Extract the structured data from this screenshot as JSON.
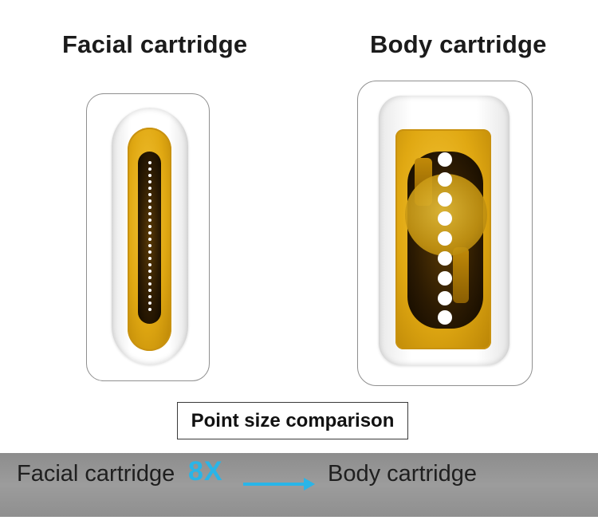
{
  "titles": {
    "facial": "Facial cartridge",
    "body": "Body cartridge"
  },
  "caption": "Point size comparison",
  "comparison": {
    "facial_label": "Facial cartridge",
    "multiplier": "8X",
    "body_label": "Body cartridge"
  },
  "colors": {
    "gold": "#e0a812",
    "accent_cyan": "#29b5e8",
    "band_gray": "#9a9a9a"
  },
  "icons": [
    "arrow-right-icon"
  ]
}
